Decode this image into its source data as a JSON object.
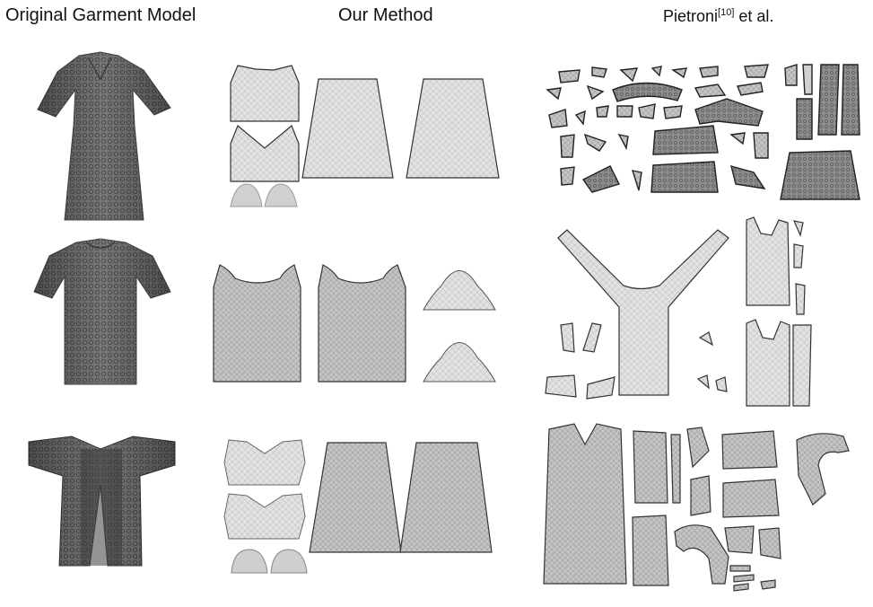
{
  "headers": {
    "original": "Original Garment Model",
    "ours": "Our Method",
    "pietroni_name": "Pietroni",
    "pietroni_ref": "[10]",
    "pietroni_suffix": " et al."
  },
  "rows": [
    {
      "garment": "dress-with-flared-sleeves",
      "our_pieces": 6,
      "pietroni_pieces": "many"
    },
    {
      "garment": "short-sleeve-tunic",
      "our_pieces": 4,
      "pietroni_pieces": "many"
    },
    {
      "garment": "off-shoulder-dress",
      "our_pieces": 6,
      "pietroni_pieces": "many"
    }
  ],
  "colors": {
    "piece_light": "#dcdcdc",
    "piece_mid": "#b9b9b9",
    "piece_dark": "#8a8a8a",
    "garment": "#6f6f6f",
    "outline": "#333333"
  }
}
